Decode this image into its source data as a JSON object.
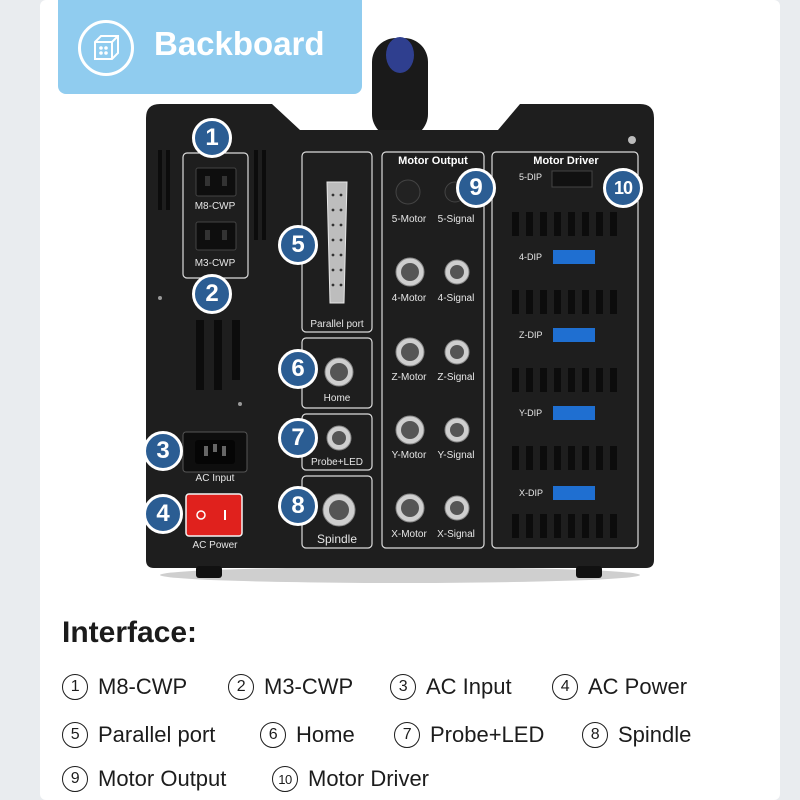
{
  "banner": {
    "title": "Backboard",
    "icon": "box-icon"
  },
  "device": {
    "badges": [
      "1",
      "2",
      "3",
      "4",
      "5",
      "6",
      "7",
      "8",
      "9",
      "10"
    ],
    "labels": {
      "m8cwp": "M8-CWP",
      "m3cwp": "M3-CWP",
      "ac_input": "AC Input",
      "ac_power": "AC Power",
      "parallel_port": "Parallel port",
      "home": "Home",
      "probe_led": "Probe+LED",
      "spindle": "Spindle",
      "motor_output": "Motor Output",
      "motor_driver": "Motor Driver",
      "m5_motor": "5-Motor",
      "m5_signal": "5-Signal",
      "m4_motor": "4-Motor",
      "m4_signal": "4-Signal",
      "z_motor": "Z-Motor",
      "z_signal": "Z-Signal",
      "y_motor": "Y-Motor",
      "y_signal": "Y-Signal",
      "x_motor": "X-Motor",
      "x_signal": "X-Signal",
      "dip5": "5-DIP",
      "dip4": "4-DIP",
      "dipz": "Z-DIP",
      "dipy": "Y-DIP",
      "dipx": "X-DIP"
    }
  },
  "interface": {
    "title": "Interface:",
    "items": [
      {
        "num": "1",
        "label": "M8-CWP"
      },
      {
        "num": "2",
        "label": "M3-CWP"
      },
      {
        "num": "3",
        "label": "AC Input"
      },
      {
        "num": "4",
        "label": "AC Power"
      },
      {
        "num": "5",
        "label": "Parallel port"
      },
      {
        "num": "6",
        "label": "Home"
      },
      {
        "num": "7",
        "label": "Probe+LED"
      },
      {
        "num": "8",
        "label": "Spindle"
      },
      {
        "num": "9",
        "label": "Motor Output"
      },
      {
        "num": "10",
        "label": "Motor Driver"
      }
    ]
  },
  "colors": {
    "banner": "#90ccef",
    "badge": "#2b5d93",
    "device": "#1e1e1e",
    "switch": "#e0211d",
    "dip": "#1f6fd1"
  }
}
